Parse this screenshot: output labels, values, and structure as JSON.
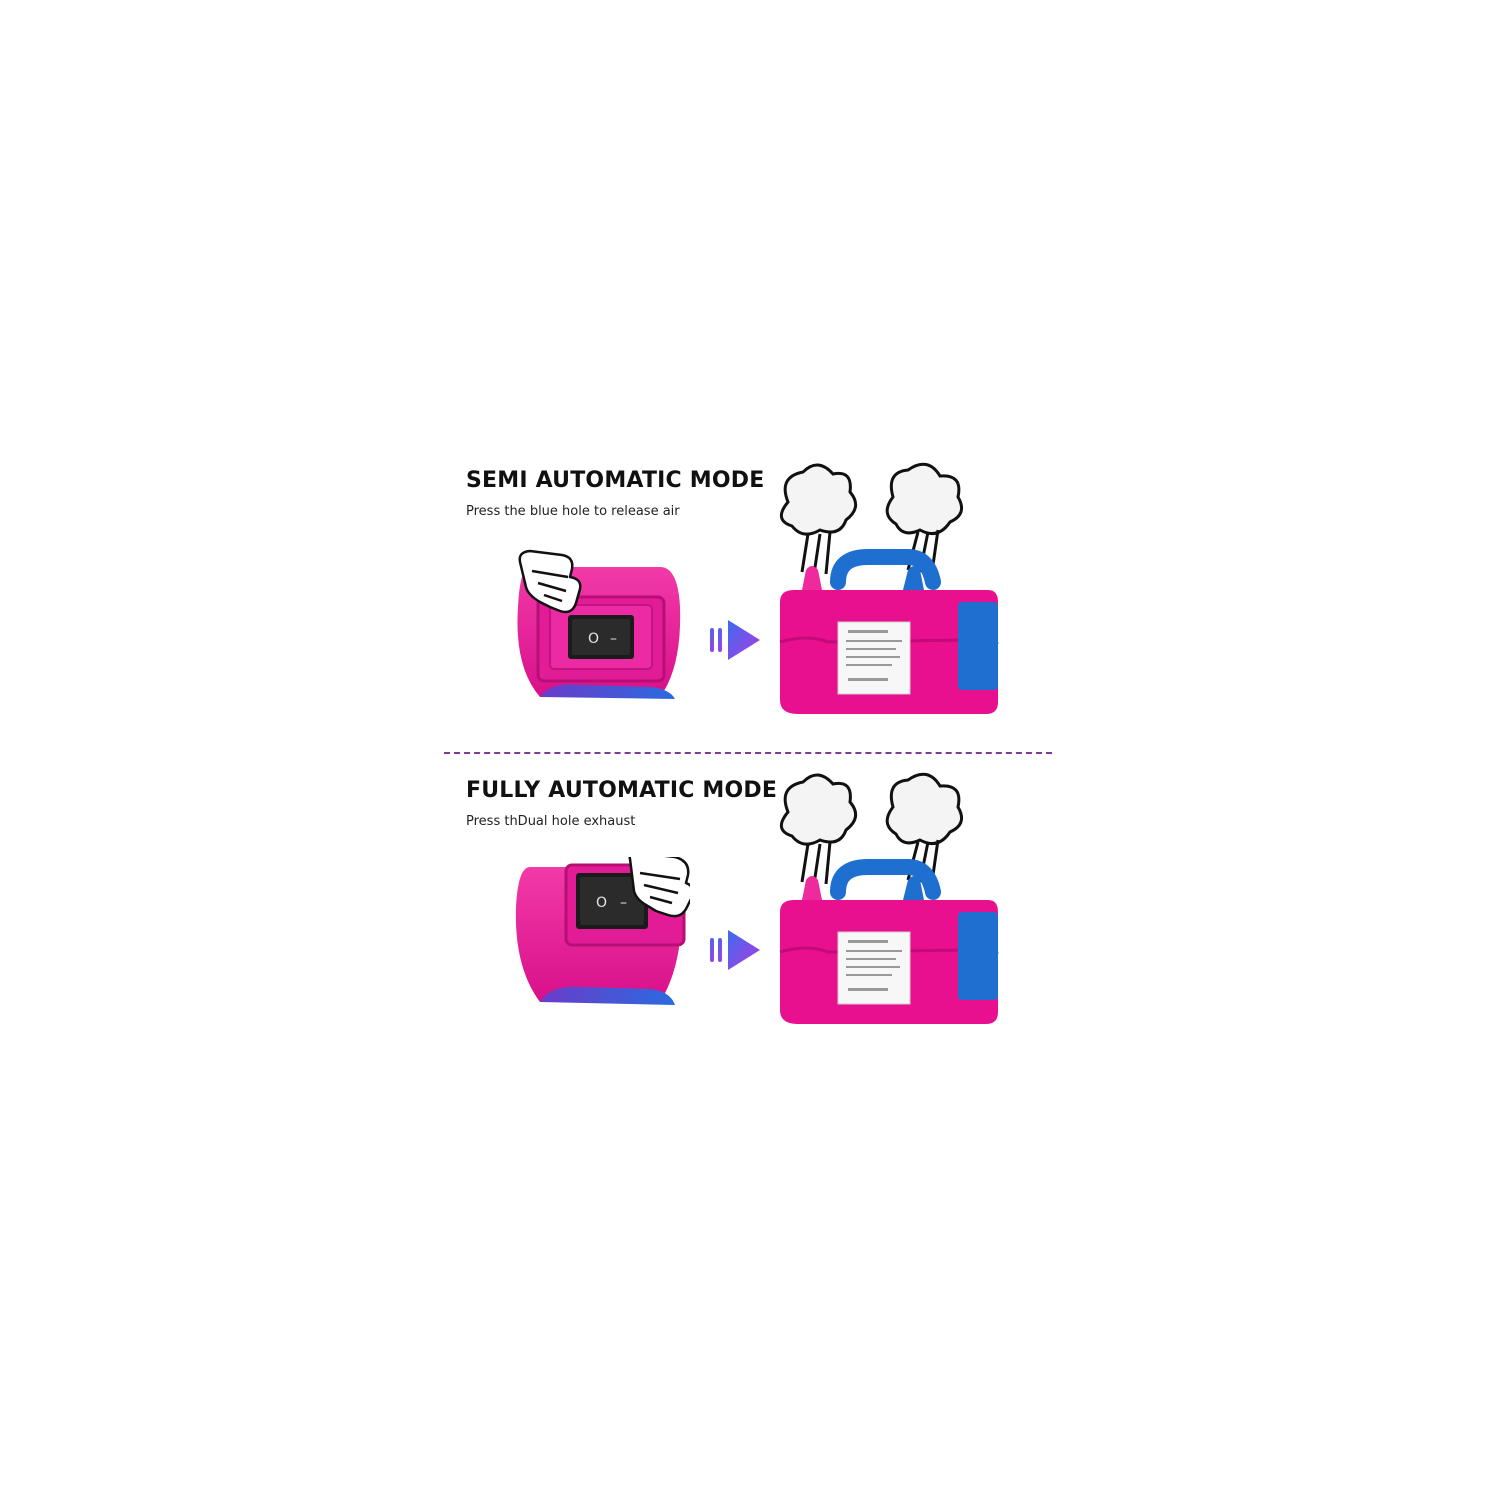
{
  "sections": [
    {
      "title": "SEMI AUTOMATIC MODE",
      "subtitle": "Press the blue hole to release air",
      "switch_symbols": [
        "O",
        "–"
      ]
    },
    {
      "title": "FULLY AUTOMATIC MODE",
      "subtitle": "Press thDual hole exhaust",
      "switch_symbols": [
        "O",
        "–"
      ]
    }
  ],
  "colors": {
    "pump_body": "#e8108f",
    "pump_blue": "#1f6fd1",
    "divider": "#7d3c98",
    "arrow_start": "#3b6cf0",
    "arrow_end": "#b23ae0"
  },
  "icons": [
    "hand-pointer-icon",
    "play-arrow-icon",
    "air-cloud-icon"
  ]
}
